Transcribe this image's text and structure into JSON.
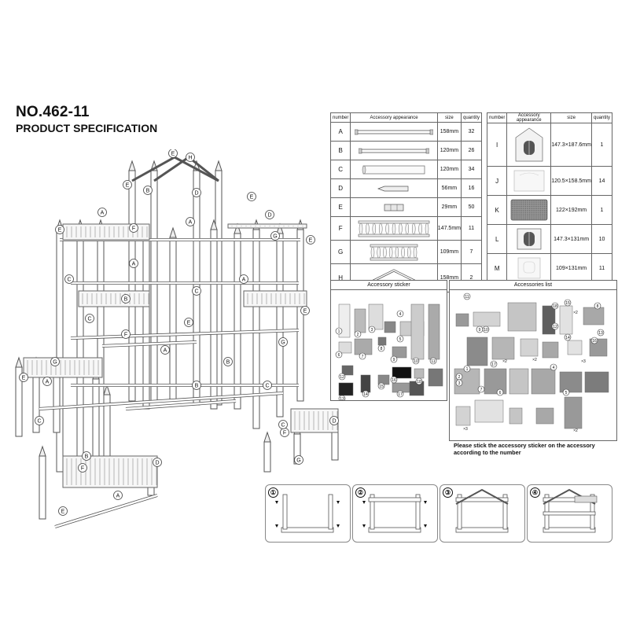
{
  "header": {
    "title": "NO.462-11",
    "subtitle": "PRODUCT SPECIFICATION"
  },
  "parts_table_left": {
    "columns": [
      "number",
      "Accessory appearance",
      "size",
      "quantity"
    ],
    "rows": [
      {
        "number": "A",
        "size": "158mm",
        "quantity": "32"
      },
      {
        "number": "B",
        "size": "120mm",
        "quantity": "26"
      },
      {
        "number": "C",
        "size": "120mm",
        "quantity": "34"
      },
      {
        "number": "D",
        "size": "56mm",
        "quantity": "16"
      },
      {
        "number": "E",
        "size": "29mm",
        "quantity": "50"
      },
      {
        "number": "F",
        "size": "147.5mm",
        "quantity": "11"
      },
      {
        "number": "G",
        "size": "109mm",
        "quantity": "7"
      },
      {
        "number": "H",
        "size": "158mm",
        "quantity": "2"
      }
    ]
  },
  "parts_table_right": {
    "columns": [
      "number",
      "Accessory appearance",
      "size",
      "quantity"
    ],
    "rows": [
      {
        "number": "I",
        "size": "147.3×187.6mm",
        "quantity": "1"
      },
      {
        "number": "J",
        "size": "120.5×158.5mm",
        "quantity": "14"
      },
      {
        "number": "K",
        "size": "122×192mm",
        "quantity": "1"
      },
      {
        "number": "L",
        "size": "147.3×131mm",
        "quantity": "10"
      },
      {
        "number": "M",
        "size": "109×131mm",
        "quantity": "11"
      }
    ]
  },
  "sticker_panel": {
    "title": "Accessory sticker",
    "numbers": [
      "1",
      "2",
      "3",
      "4",
      "5",
      "6",
      "7",
      "8",
      "9",
      "10",
      "11",
      "12",
      "13",
      "14",
      "15",
      "16",
      "17",
      "18"
    ]
  },
  "accessories_panel": {
    "title": "Accessories list",
    "numbers": [
      "11",
      "18",
      "15",
      "8",
      "9",
      "10",
      "12",
      "14",
      "16",
      "13",
      "4",
      "17",
      "1",
      "2",
      "3",
      "6",
      "7",
      "5"
    ],
    "multipliers": [
      "×2",
      "×2",
      "×3",
      "×2",
      "×3",
      "×2"
    ],
    "note": "Please stick the accessory sticker on the accessory according to the number"
  },
  "assembly_steps": [
    "①",
    "②",
    "③",
    "④"
  ],
  "diagram": {
    "labels": [
      "A",
      "B",
      "C",
      "D",
      "E",
      "F",
      "G",
      "H"
    ]
  }
}
